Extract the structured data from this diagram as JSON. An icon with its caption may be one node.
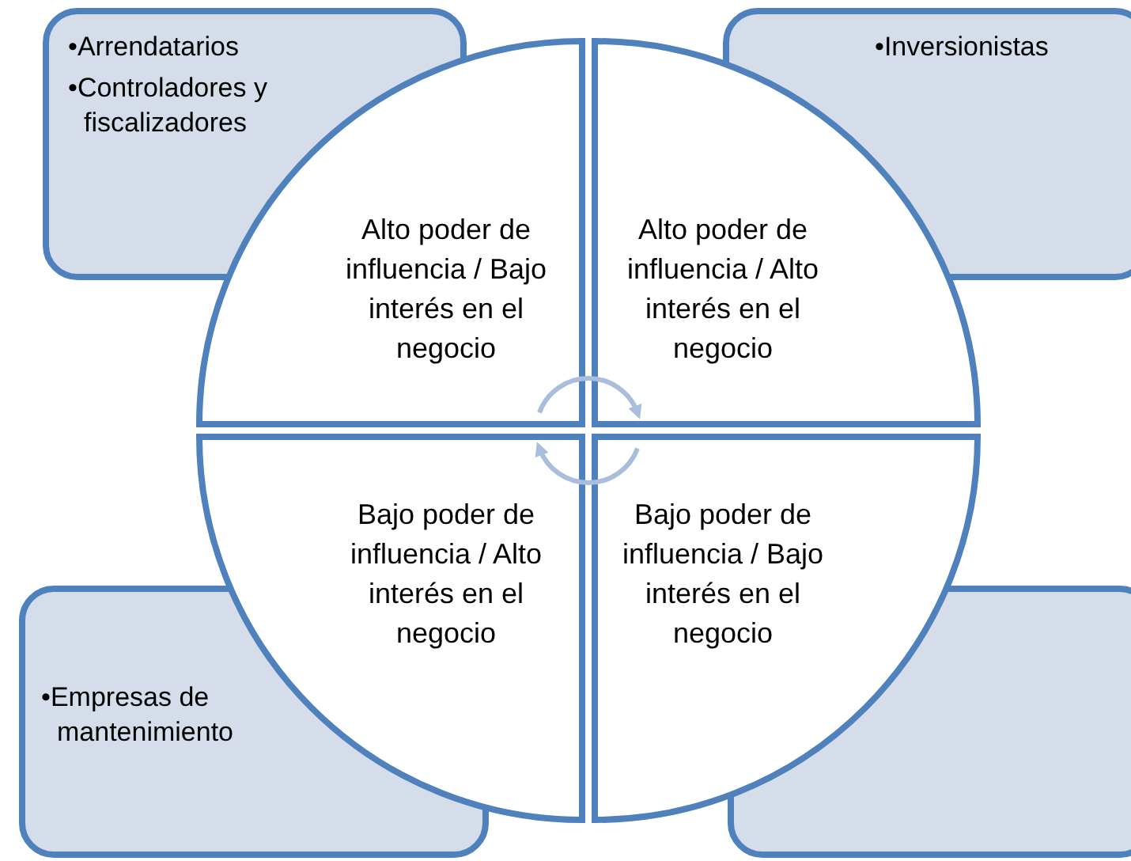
{
  "diagram": {
    "nodes": [
      {
        "text": [
          "•Arrendatarios",
          "•Controladores y fiscalizadores"
        ]
      },
      {
        "text": [
          "•Inversionistas"
        ]
      },
      {
        "text": [
          "•Empresas de mantenimiento"
        ]
      },
      {
        "text": [],
        "shape": "box"
      },
      {
        "text": [
          "Alto poder de influencia / Bajo interés en el negocio"
        ]
      },
      {
        "text": [
          "Alto poder de influencia / Alto interés en el negocio"
        ]
      },
      {
        "text": [
          "Bajo poder de influencia / Alto interés en el negocio"
        ]
      },
      {
        "text": [
          "Bajo poder de influencia / Bajo interés en el negocio"
        ]
      }
    ],
    "edges": [
      {
        "from": 4,
        "to": 5,
        "arrow": "to"
      },
      {
        "from": 7,
        "to": 6,
        "arrow": "to"
      }
    ]
  }
}
